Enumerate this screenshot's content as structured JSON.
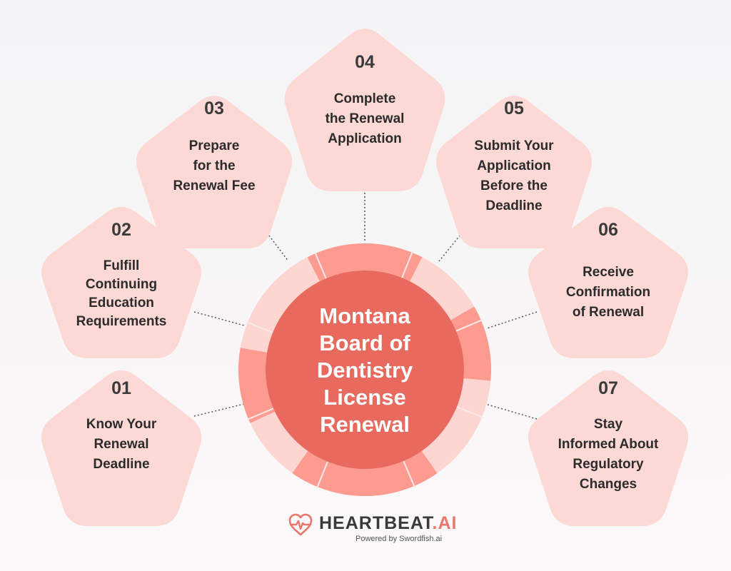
{
  "center": {
    "title_lines": [
      "Montana",
      "Board of",
      "Dentistry",
      "License",
      "Renewal"
    ]
  },
  "steps": [
    {
      "number": "01",
      "lines": [
        "Know Your",
        "Renewal",
        "Deadline"
      ]
    },
    {
      "number": "02",
      "lines": [
        "Fulfill",
        "Continuing",
        "Education",
        "Requirements"
      ]
    },
    {
      "number": "03",
      "lines": [
        "Prepare",
        "for the",
        "Renewal Fee"
      ]
    },
    {
      "number": "04",
      "lines": [
        "Complete",
        "the Renewal",
        "Application"
      ]
    },
    {
      "number": "05",
      "lines": [
        "Submit Your",
        "Application",
        "Before the",
        "Deadline"
      ]
    },
    {
      "number": "06",
      "lines": [
        "Receive",
        "Confirmation",
        "of Renewal"
      ]
    },
    {
      "number": "07",
      "lines": [
        "Stay",
        "Informed About",
        "Regulatory",
        "Changes"
      ]
    }
  ],
  "brand": {
    "name_main": "HEARTBEAT",
    "name_suffix": ".AI",
    "powered_by": "Powered by Swordfish.ai"
  },
  "colors": {
    "pentagon_fill": "#fdd9d6",
    "ring_light": "#fdd5d1",
    "ring_dark": "#fd9b91",
    "center_fill": "#e8695e",
    "connector": "#555555",
    "brand_accent": "#e8776c"
  }
}
